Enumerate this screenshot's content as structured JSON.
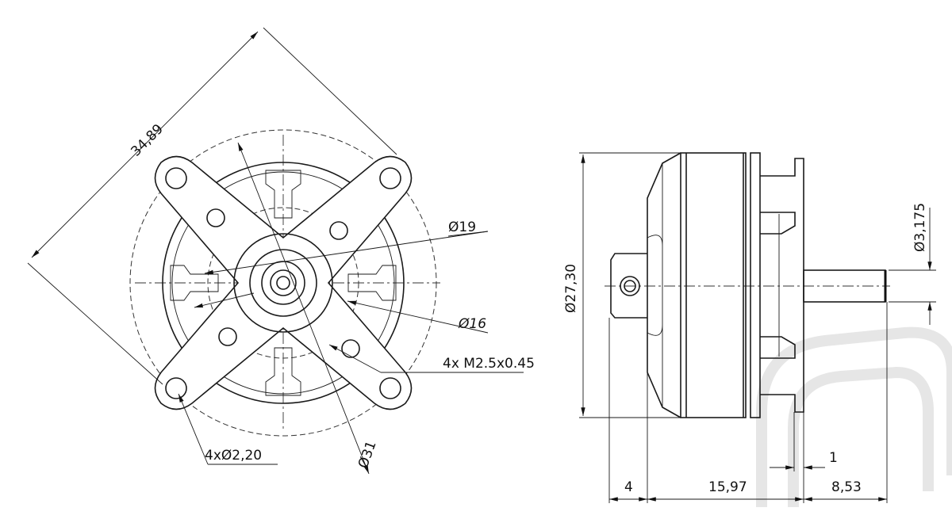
{
  "front_view": {
    "diagonal_dim": "34,89",
    "inner_dia_19": "Ø19",
    "inner_dia_16": "Ø16",
    "thread_note": "4x M2.5x0.45",
    "hole_note": "4xØ2,20",
    "outer_dia": "Ø31"
  },
  "side_view": {
    "body_dia": "Ø27,30",
    "shaft_dia": "Ø3,175",
    "dim_hub": "4",
    "dim_body": "15,97",
    "dim_plate": "1",
    "dim_shaft": "8,53"
  }
}
